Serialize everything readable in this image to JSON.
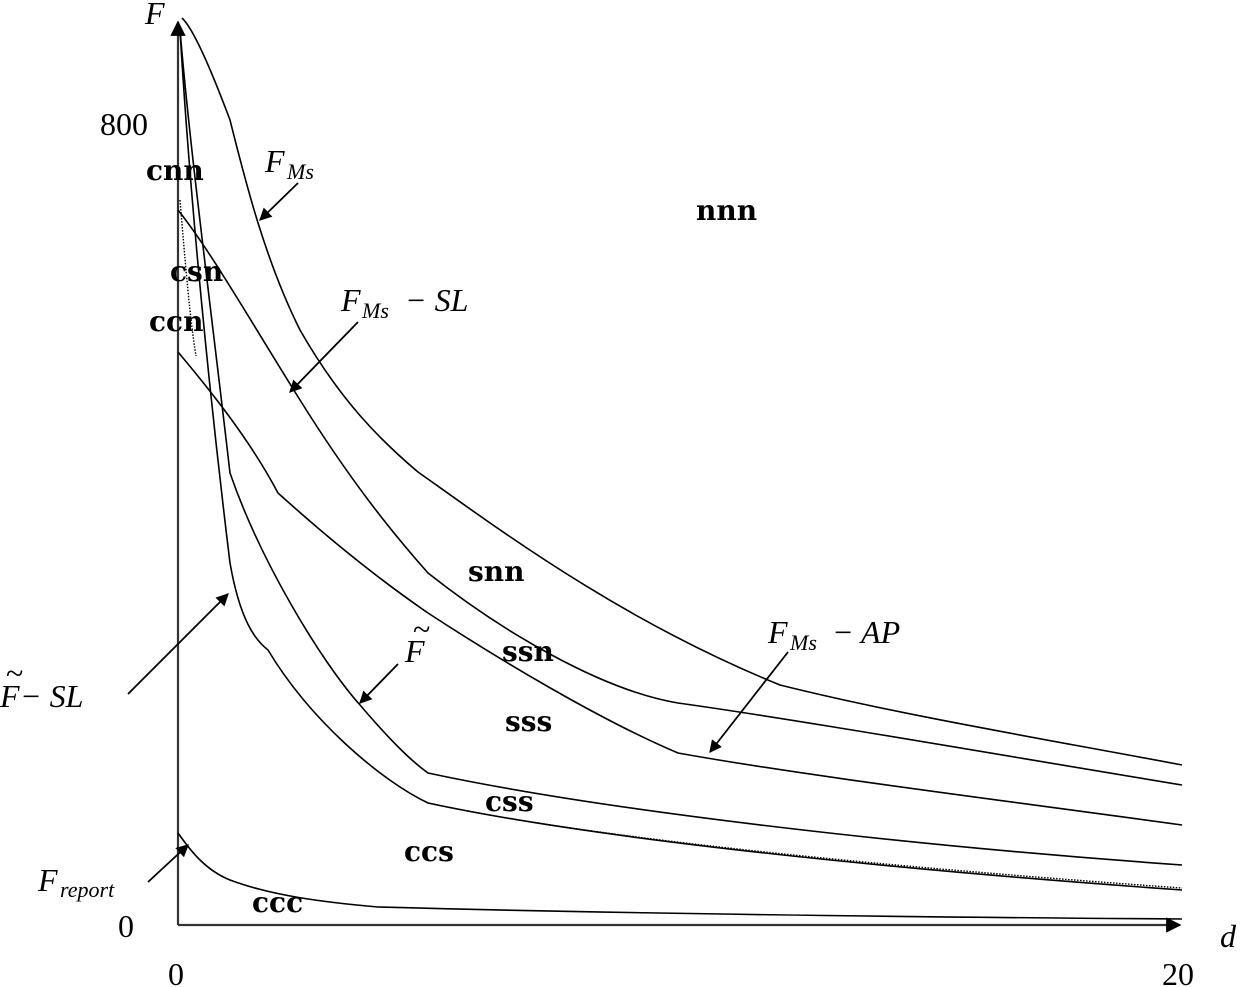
{
  "chart_data": {
    "type": "line",
    "title": "",
    "xlabel": "d",
    "ylabel": "F",
    "xlim": [
      0,
      20
    ],
    "ylim": [
      0,
      900
    ],
    "x_ticks": [
      "0",
      "20"
    ],
    "y_ticks": [
      "0",
      "800"
    ],
    "grid": false,
    "legend": null,
    "series": [
      {
        "name": "F_Ms",
        "style": "solid",
        "x": [
          0.05,
          1,
          2,
          5,
          8,
          12,
          20
        ],
        "y": [
          905,
          803,
          620,
          450,
          360,
          240,
          160
        ]
      },
      {
        "name": "F_Ms - SL",
        "style": "solid",
        "x": [
          0,
          1,
          2,
          5,
          10,
          20
        ],
        "y": [
          712,
          600,
          480,
          350,
          220,
          140
        ]
      },
      {
        "name": "F_Ms - AP",
        "style": "solid",
        "x": [
          0,
          2,
          5,
          10,
          20
        ],
        "y": [
          570,
          430,
          330,
          170,
          100
        ]
      },
      {
        "name": "F~",
        "style": "solid",
        "x": [
          0,
          1,
          2,
          5,
          20
        ],
        "y": [
          905,
          450,
          330,
          150,
          50
        ]
      },
      {
        "name": "F~ - SL",
        "style": "solid",
        "x": [
          0,
          1,
          1.5,
          5,
          20
        ],
        "y": [
          905,
          365,
          280,
          120,
          40
        ]
      },
      {
        "name": "F_report",
        "style": "solid",
        "x": [
          0,
          1,
          4,
          20
        ],
        "y": [
          90,
          45,
          18,
          5
        ]
      }
    ],
    "regions": [
      "nnn",
      "cnn",
      "csn",
      "ccn",
      "snn",
      "ssn",
      "sss",
      "css",
      "ccs",
      "ccc"
    ],
    "annotations": [
      "F_Ms",
      "F_Ms - SL",
      "F_Ms - AP",
      "F~",
      "F~ - SL",
      "F_report"
    ]
  },
  "axes": {
    "x_label": "d",
    "y_label": "F",
    "x_tick_0": "0",
    "x_tick_20": "20",
    "y_tick_0": "0",
    "y_tick_800": "800"
  },
  "regions": {
    "nnn": "nnn",
    "cnn": "cnn",
    "csn": "csn",
    "ccn": "ccn",
    "snn": "snn",
    "ssn": "ssn",
    "sss": "sss",
    "css": "css",
    "ccs": "ccs",
    "ccc": "ccc"
  },
  "labels": {
    "fms_main": "F",
    "fms_sub": "Ms",
    "fms_sl_main": "F",
    "fms_sl_sub": "Ms",
    "fms_sl_op": " − SL",
    "fms_ap_main": "F",
    "fms_ap_sub": "Ms",
    "fms_ap_op": " − AP",
    "ftilde": "F",
    "ftilde_sl_main": "F",
    "ftilde_sl_op": " − SL",
    "freport_main": "F",
    "freport_sub": "report"
  }
}
